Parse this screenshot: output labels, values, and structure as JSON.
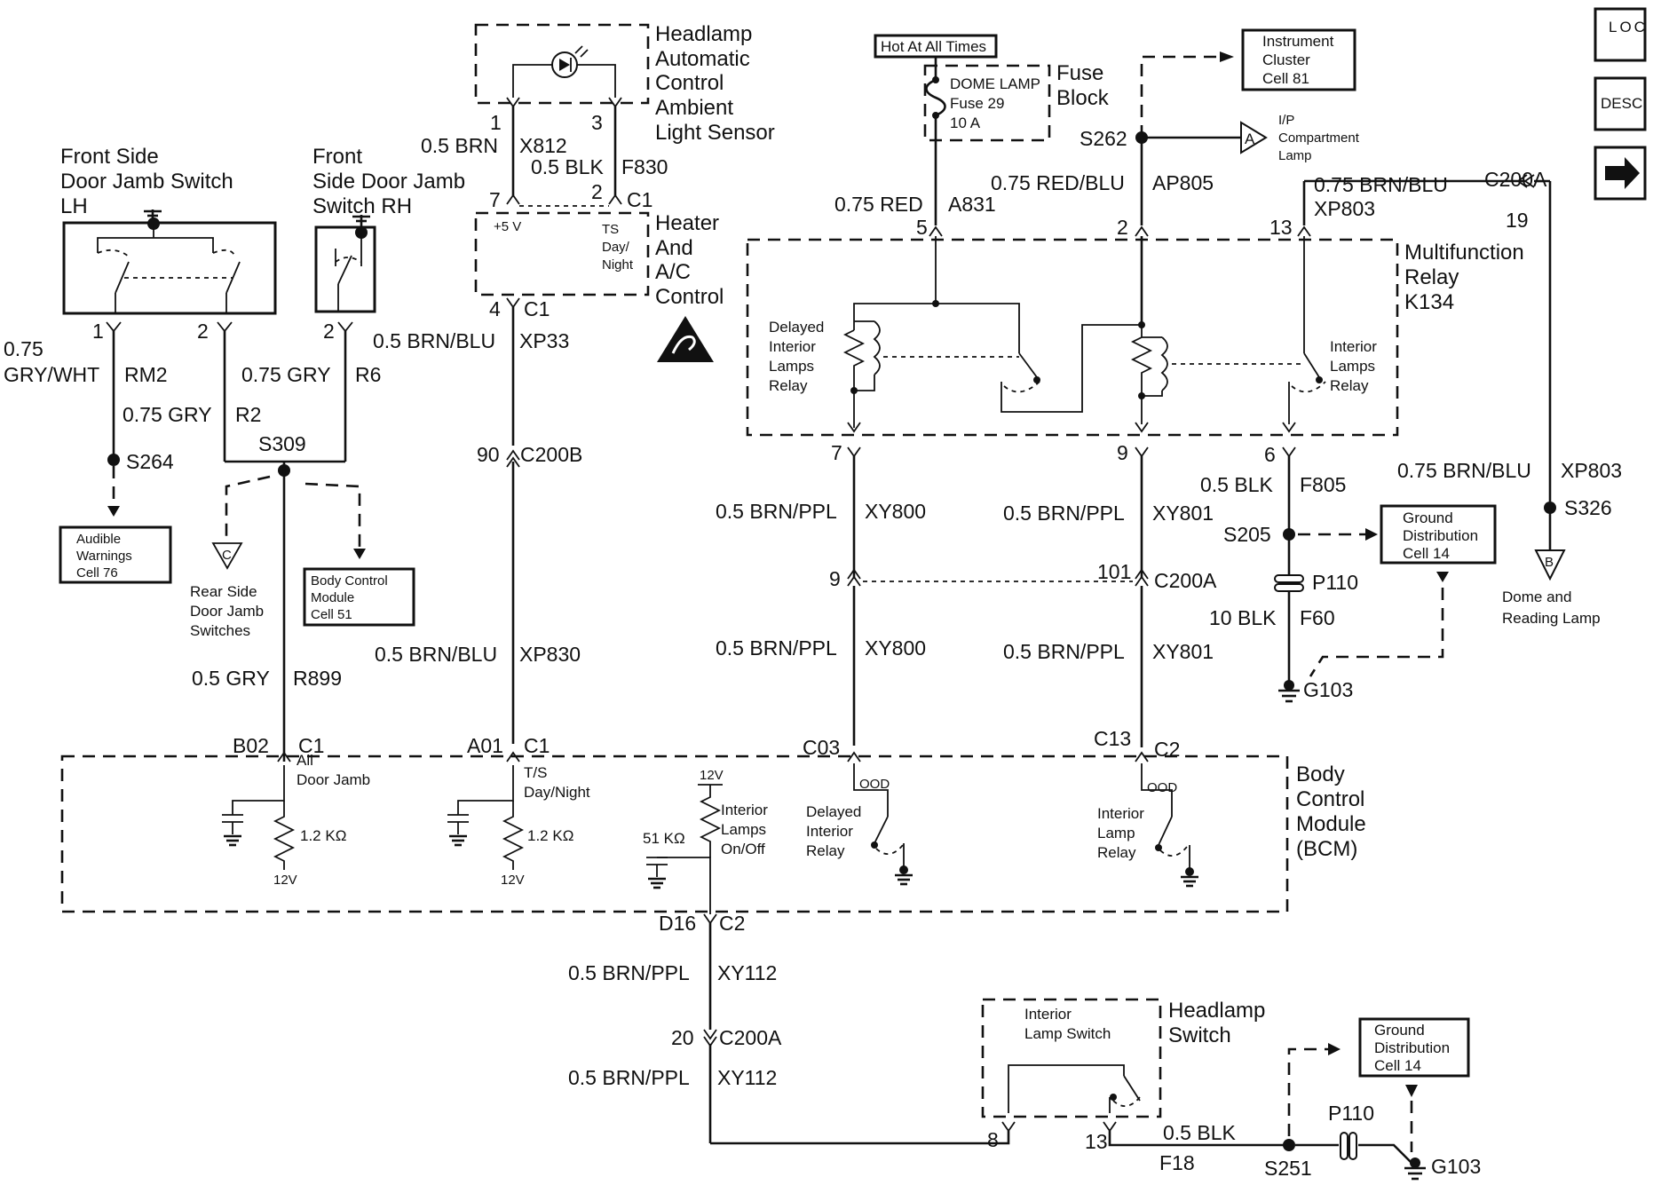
{
  "nav_buttons": {
    "loc_label": "LOC",
    "desc_label": "DESC",
    "next_label": "next page"
  },
  "components": {
    "front_lh": [
      "Front Side",
      "Door Jamb Switch",
      "LH"
    ],
    "front_rh": [
      "Front",
      "Side Door Jamb",
      "Switch RH"
    ],
    "headlamp_sensor": [
      "Headlamp",
      "Automatic",
      "Control",
      "Ambient",
      "Light Sensor"
    ],
    "hvac": [
      "Heater",
      "And",
      "A/C",
      "Control"
    ],
    "fuse_block": [
      "Fuse",
      "Block"
    ],
    "multifunction_relay": [
      "Multifunction",
      "Relay",
      "K134"
    ],
    "bcm": [
      "Body",
      "Control",
      "Module",
      "(BCM)"
    ],
    "headlamp_switch": [
      "Headlamp",
      "Switch"
    ]
  },
  "inner_labels": {
    "hot_at_all_times": "Hot At All Times",
    "fuse": [
      "DOME LAMP",
      "Fuse 29",
      "10 A"
    ],
    "five_v": "+5 V",
    "ts_day_night": [
      "TS",
      "Day/",
      "Night"
    ],
    "delayed_relay": [
      "Delayed",
      "Interior",
      "Lamps",
      "Relay"
    ],
    "interior_relay": [
      "Interior",
      "Lamps",
      "Relay"
    ],
    "all_door_jamb": [
      "All",
      "Door Jamb"
    ],
    "ts_daynight2": [
      "T/S",
      "Day/Night"
    ],
    "interior_onoff": [
      "Interior",
      "Lamps",
      "On/Off"
    ],
    "delayed_bcm": [
      "Delayed",
      "Interior",
      "Relay"
    ],
    "interior_lamp_relay": [
      "Interior",
      "Lamp",
      "Relay"
    ],
    "ood": "OOD",
    "resistor_1k2": "1.2 KΩ",
    "resistor_51k": "51 KΩ",
    "twelve_v": "12V",
    "interior_lamp_switch": [
      "Interior",
      "Lamp Switch"
    ]
  },
  "references": {
    "instrument_cluster": [
      "Instrument",
      "Cluster",
      "Cell 81"
    ],
    "ip_compartment": [
      "I/P",
      "Compartment",
      "Lamp"
    ],
    "audible_warnings": [
      "Audible",
      "Warnings",
      "Cell 76"
    ],
    "rear_door_jamb": [
      "Rear Side",
      "Door Jamb",
      "Switches"
    ],
    "body_control_ref": [
      "Body Control",
      "Module",
      "Cell 51"
    ],
    "ground_dist_1": [
      "Ground",
      "Distribution",
      "Cell 14"
    ],
    "ground_dist_2": [
      "Ground",
      "Distribution",
      "Cell 14"
    ],
    "dome_reading": [
      "Dome and",
      "Reading Lamp"
    ]
  },
  "wire_labels": {
    "rm2_size": [
      "0.75",
      "GRY/WHT"
    ],
    "rm2": "RM2",
    "r2_size": "0.75 GRY",
    "r2": "R2",
    "r6_size": "0.75 GRY",
    "r6": "R6",
    "r899_size": "0.5 GRY",
    "r899": "R899",
    "x812_size": "0.5 BRN",
    "x812": "X812",
    "f830_size": "0.5 BLK",
    "f830": "F830",
    "xp33_size": "0.5 BRN/BLU",
    "xp33": "XP33",
    "xp830_size": "0.5 BRN/BLU",
    "xp830": "XP830",
    "a831_size": "0.75 RED",
    "a831": "A831",
    "ap805_size": "0.75 RED/BLU",
    "ap805": "AP805",
    "xp803a_size": "0.75 BRN/BLU",
    "xp803a": "XP803",
    "xp803b_size": "0.75 BRN/BLU",
    "xp803b": "XP803",
    "xy800a_size": "0.5 BRN/PPL",
    "xy800a": "XY800",
    "xy800b_size": "0.5 BRN/PPL",
    "xy800b": "XY800",
    "xy801a_size": "0.5 BRN/PPL",
    "xy801a": "XY801",
    "xy801b_size": "0.5 BRN/PPL",
    "xy801b": "XY801",
    "f805_size": "0.5 BLK",
    "f805": "F805",
    "f60_size": "10 BLK",
    "f60": "F60",
    "xy112a_size": "0.5 BRN/PPL",
    "xy112a": "XY112",
    "xy112b_size": "0.5 BRN/PPL",
    "xy112b": "XY112",
    "f18_size": "0.5 BLK",
    "f18": "F18"
  },
  "pins": {
    "lh1": "1",
    "lh2": "2",
    "rh2": "2",
    "s1": "1",
    "s3": "3",
    "h7": "7",
    "h2": "2",
    "h_c1": "C1",
    "h4": "4",
    "h4_c1": "C1",
    "c200b_pin": "90",
    "c200b": "C200B",
    "b02": "B02",
    "b02_c1": "C1",
    "a01": "A01",
    "a01_c1": "C1",
    "c03": "C03",
    "c13": "C13",
    "c13_c2": "C2",
    "d16": "D16",
    "d16_c2": "C2",
    "c200a_pin20": "20",
    "c200a_20": "C200A",
    "r5": "5",
    "r2": "2",
    "r13": "13",
    "r7": "7",
    "r9": "9",
    "r6": "6",
    "c200a_pin19": "19",
    "c200a_top": "C200A",
    "c200a_pin9": "9",
    "c200a_pin101": "101",
    "c200a_mid": "C200A",
    "hs8": "8",
    "hs13": "13"
  },
  "splices": {
    "s264": "S264",
    "s309": "S309",
    "s262": "S262",
    "s326": "S326",
    "s205": "S205",
    "s251": "S251",
    "p110a": "P110",
    "p110b": "P110",
    "g103a": "G103",
    "g103b": "G103"
  },
  "offpage": {
    "a": "A",
    "b": "B",
    "c": "C"
  }
}
